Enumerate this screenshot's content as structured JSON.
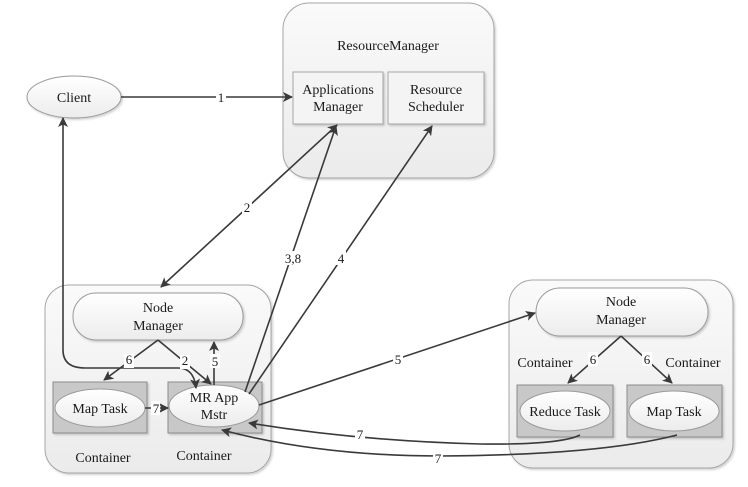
{
  "diagram": {
    "resource_manager": {
      "title": "ResourceManager",
      "applications_manager": {
        "line1": "Applications",
        "line2": "Manager"
      },
      "resource_scheduler": {
        "line1": "Resource",
        "line2": "Scheduler"
      }
    },
    "client": {
      "label": "Client"
    },
    "left_node": {
      "node_manager": {
        "line1": "Node",
        "line2": "Manager"
      },
      "map_task": {
        "label": "Map Task"
      },
      "mr_app_master": {
        "line1": "MR App",
        "line2": "Mstr"
      },
      "container_label_1": "Container",
      "container_label_2": "Container"
    },
    "right_node": {
      "node_manager": {
        "line1": "Node",
        "line2": "Manager"
      },
      "reduce_task": {
        "label": "Reduce Task"
      },
      "map_task": {
        "label": "Map Task"
      },
      "container_label_left": "Container",
      "container_label_right": "Container"
    },
    "edges": {
      "client_to_apps_manager": "1",
      "apps_manager_to_left_nm": "2",
      "mr_to_apps_manager": "3,8",
      "mr_to_scheduler": "4",
      "mr_to_right_nm": "5",
      "mr_to_left_nm": "5",
      "left_nm_to_map": "6",
      "left_nm_to_mr": "2",
      "right_nm_to_reduce": "6",
      "right_nm_to_map": "6",
      "map_to_mr": "7",
      "reduce_to_mr": "7",
      "right_map_to_mr": "7"
    },
    "colors": {
      "line": "#3a3a3a",
      "outer_box_fill": "#f2f2f2",
      "outer_box_stroke": "#a6a6a6",
      "container_fill": "#c8c8c8",
      "container_stroke": "#8c8c8c",
      "ellipse_fill": "#f7f7f7",
      "ellipse_stroke": "#9a9a9a"
    }
  }
}
